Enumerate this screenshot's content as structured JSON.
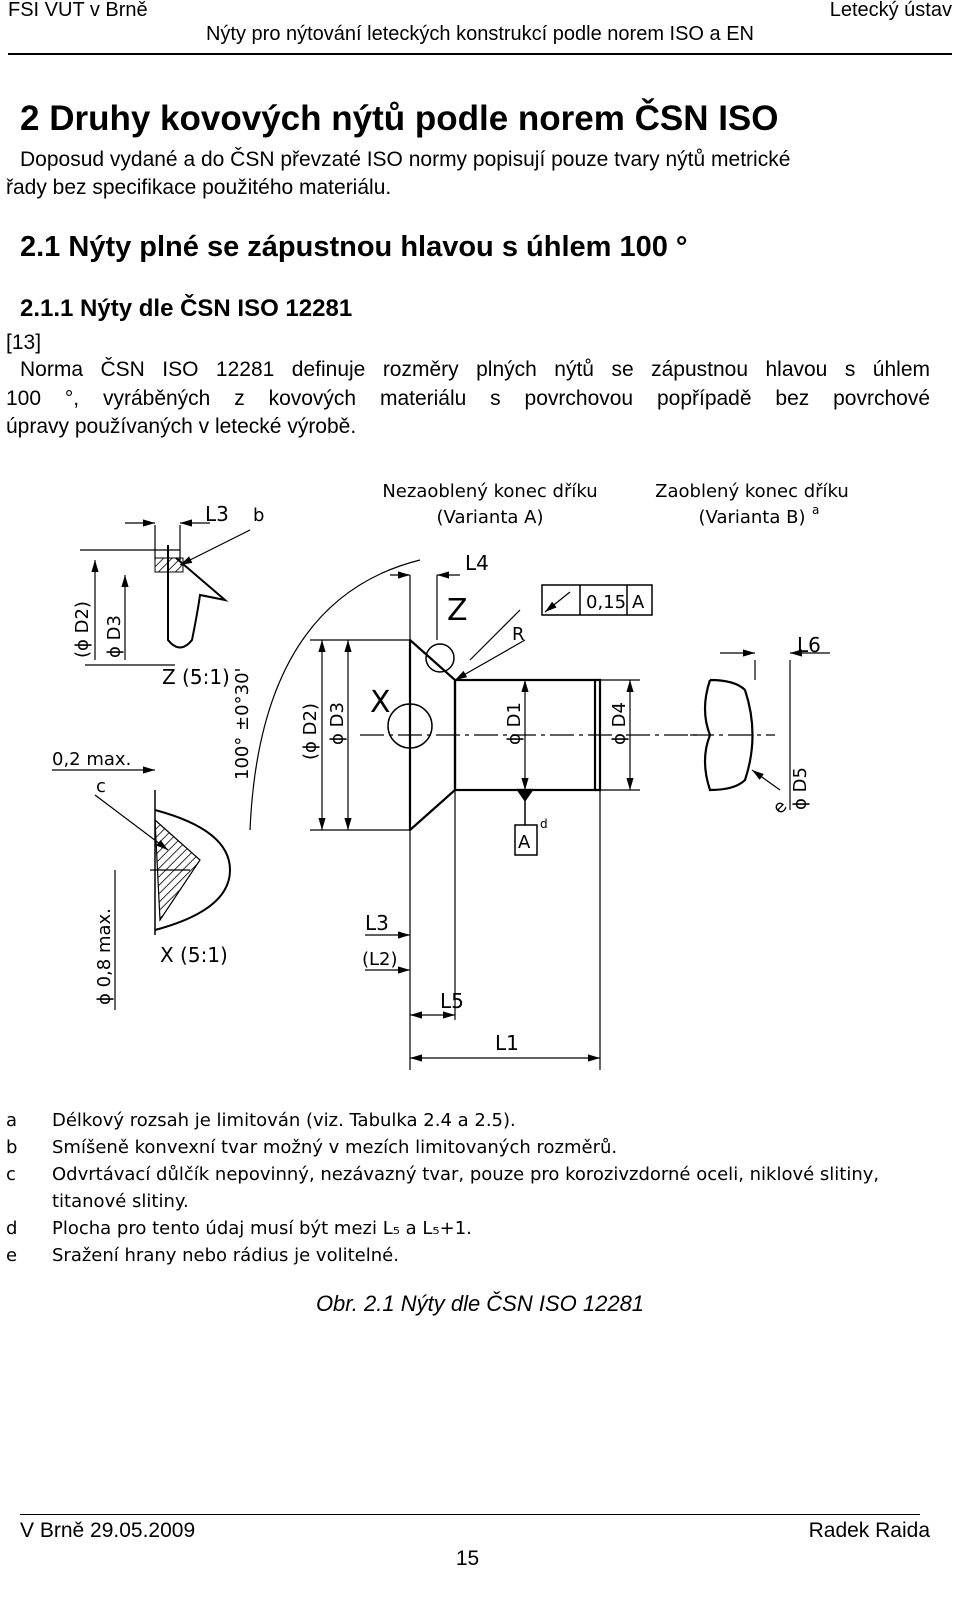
{
  "header": {
    "left": "FSI VUT v Brně",
    "right": "Letecký ústav",
    "subtitle": "Nýty pro nýtování leteckých konstrukcí podle norem ISO a EN"
  },
  "section": {
    "title": "2 Druhy kovových nýtů podle norem ČSN ISO",
    "intro_line1": "Doposud vydané a do ČSN převzaté ISO normy popisují pouze tvary nýtů metrické",
    "intro_line2": "řady bez specifikace použitého materiálu.",
    "subsection_title": "2.1 Nýty plné se zápustnou hlavou s úhlem 100 °",
    "subsubsection_title": "2.1.1 Nýty dle ČSN ISO 12281",
    "reference": "[13]",
    "para_line1": "Norma ČSN ISO 12281 definuje rozměry plných nýtů se zápustnou hlavou s úhlem",
    "para_line2": "100 °, vyráběných z kovových materiálu s povrchovou popřípadě bez povrchové",
    "para_line3": "úpravy používaných v letecké výrobě."
  },
  "drawing": {
    "variant_a_line1": "Nezaoblený konec dříku",
    "variant_a_line2": "(Varianta A)",
    "variant_b_line1": "Zaoblený konec dříku",
    "variant_b_line2": "(Varianta B)",
    "variant_b_sup": "a",
    "label_L3_top": "L3",
    "label_b": "b",
    "label_L4": "L4",
    "label_Z": "Z",
    "label_R": "R",
    "tolerance_value": "0,15",
    "tolerance_datum": "A",
    "label_L6": "L6",
    "label_D2_detail": "(ϕ D2)",
    "label_D3_detail": "ϕ D3",
    "label_Z_scale": "Z (5:1)",
    "label_angle": "100° ±0°30'",
    "label_X": "X",
    "label_D2": "(ϕ D2)",
    "label_D3": "ϕ D3",
    "label_D1": "ϕ D1",
    "label_D4": "ϕ D4",
    "label_D5": "ϕ D5",
    "label_e": "e",
    "label_02max": "0,2 max.",
    "label_c": "c",
    "datum_A": "A",
    "datum_sup_d": "d",
    "label_08max": "ϕ 0,8 max.",
    "label_X_scale": "X (5:1)",
    "label_L3_bottom": "L3",
    "label_L2": "(L2)",
    "label_L5": "L5",
    "label_L1": "L1"
  },
  "notes": [
    {
      "key": "a",
      "text": "Délkový rozsah je limitován (viz. Tabulka 2.4 a 2.5)."
    },
    {
      "key": "b",
      "text": "Smíšeně konvexní tvar možný v mezích limitovaných rozměrů."
    },
    {
      "key": "c",
      "text": "Odvrtávací důlčík nepovinný, nezávazný tvar, pouze pro korozivzdorné oceli, niklové slitiny,"
    },
    {
      "key": "",
      "text": "titanové slitiny."
    },
    {
      "key": "d",
      "text": "Plocha pro tento údaj musí být mezi L₅ a L₅+1."
    },
    {
      "key": "e",
      "text": "Sražení hrany nebo rádius je volitelné."
    }
  ],
  "caption": "Obr. 2.1 Nýty dle ČSN ISO 12281",
  "footer": {
    "left": "V Brně 29.05.2009",
    "right": "Radek Raida",
    "page": "15"
  }
}
